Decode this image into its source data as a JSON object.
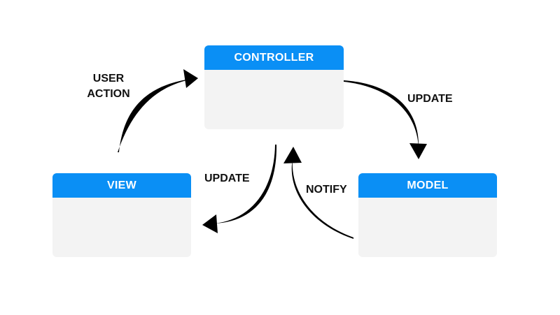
{
  "diagram": {
    "nodes": {
      "controller": {
        "title": "CONTROLLER"
      },
      "view": {
        "title": "VIEW"
      },
      "model": {
        "title": "MODEL"
      }
    },
    "edges": {
      "view_to_controller": {
        "line1": "USER",
        "line2": "ACTION"
      },
      "controller_to_model": {
        "label": "UPDATE"
      },
      "controller_to_view": {
        "label": "UPDATE"
      },
      "model_to_controller": {
        "label": "NOTIFY"
      }
    }
  },
  "colors": {
    "header": "#0a8ff5",
    "box_body": "#f3f3f3",
    "arrow": "#000000",
    "text": "#111111"
  }
}
